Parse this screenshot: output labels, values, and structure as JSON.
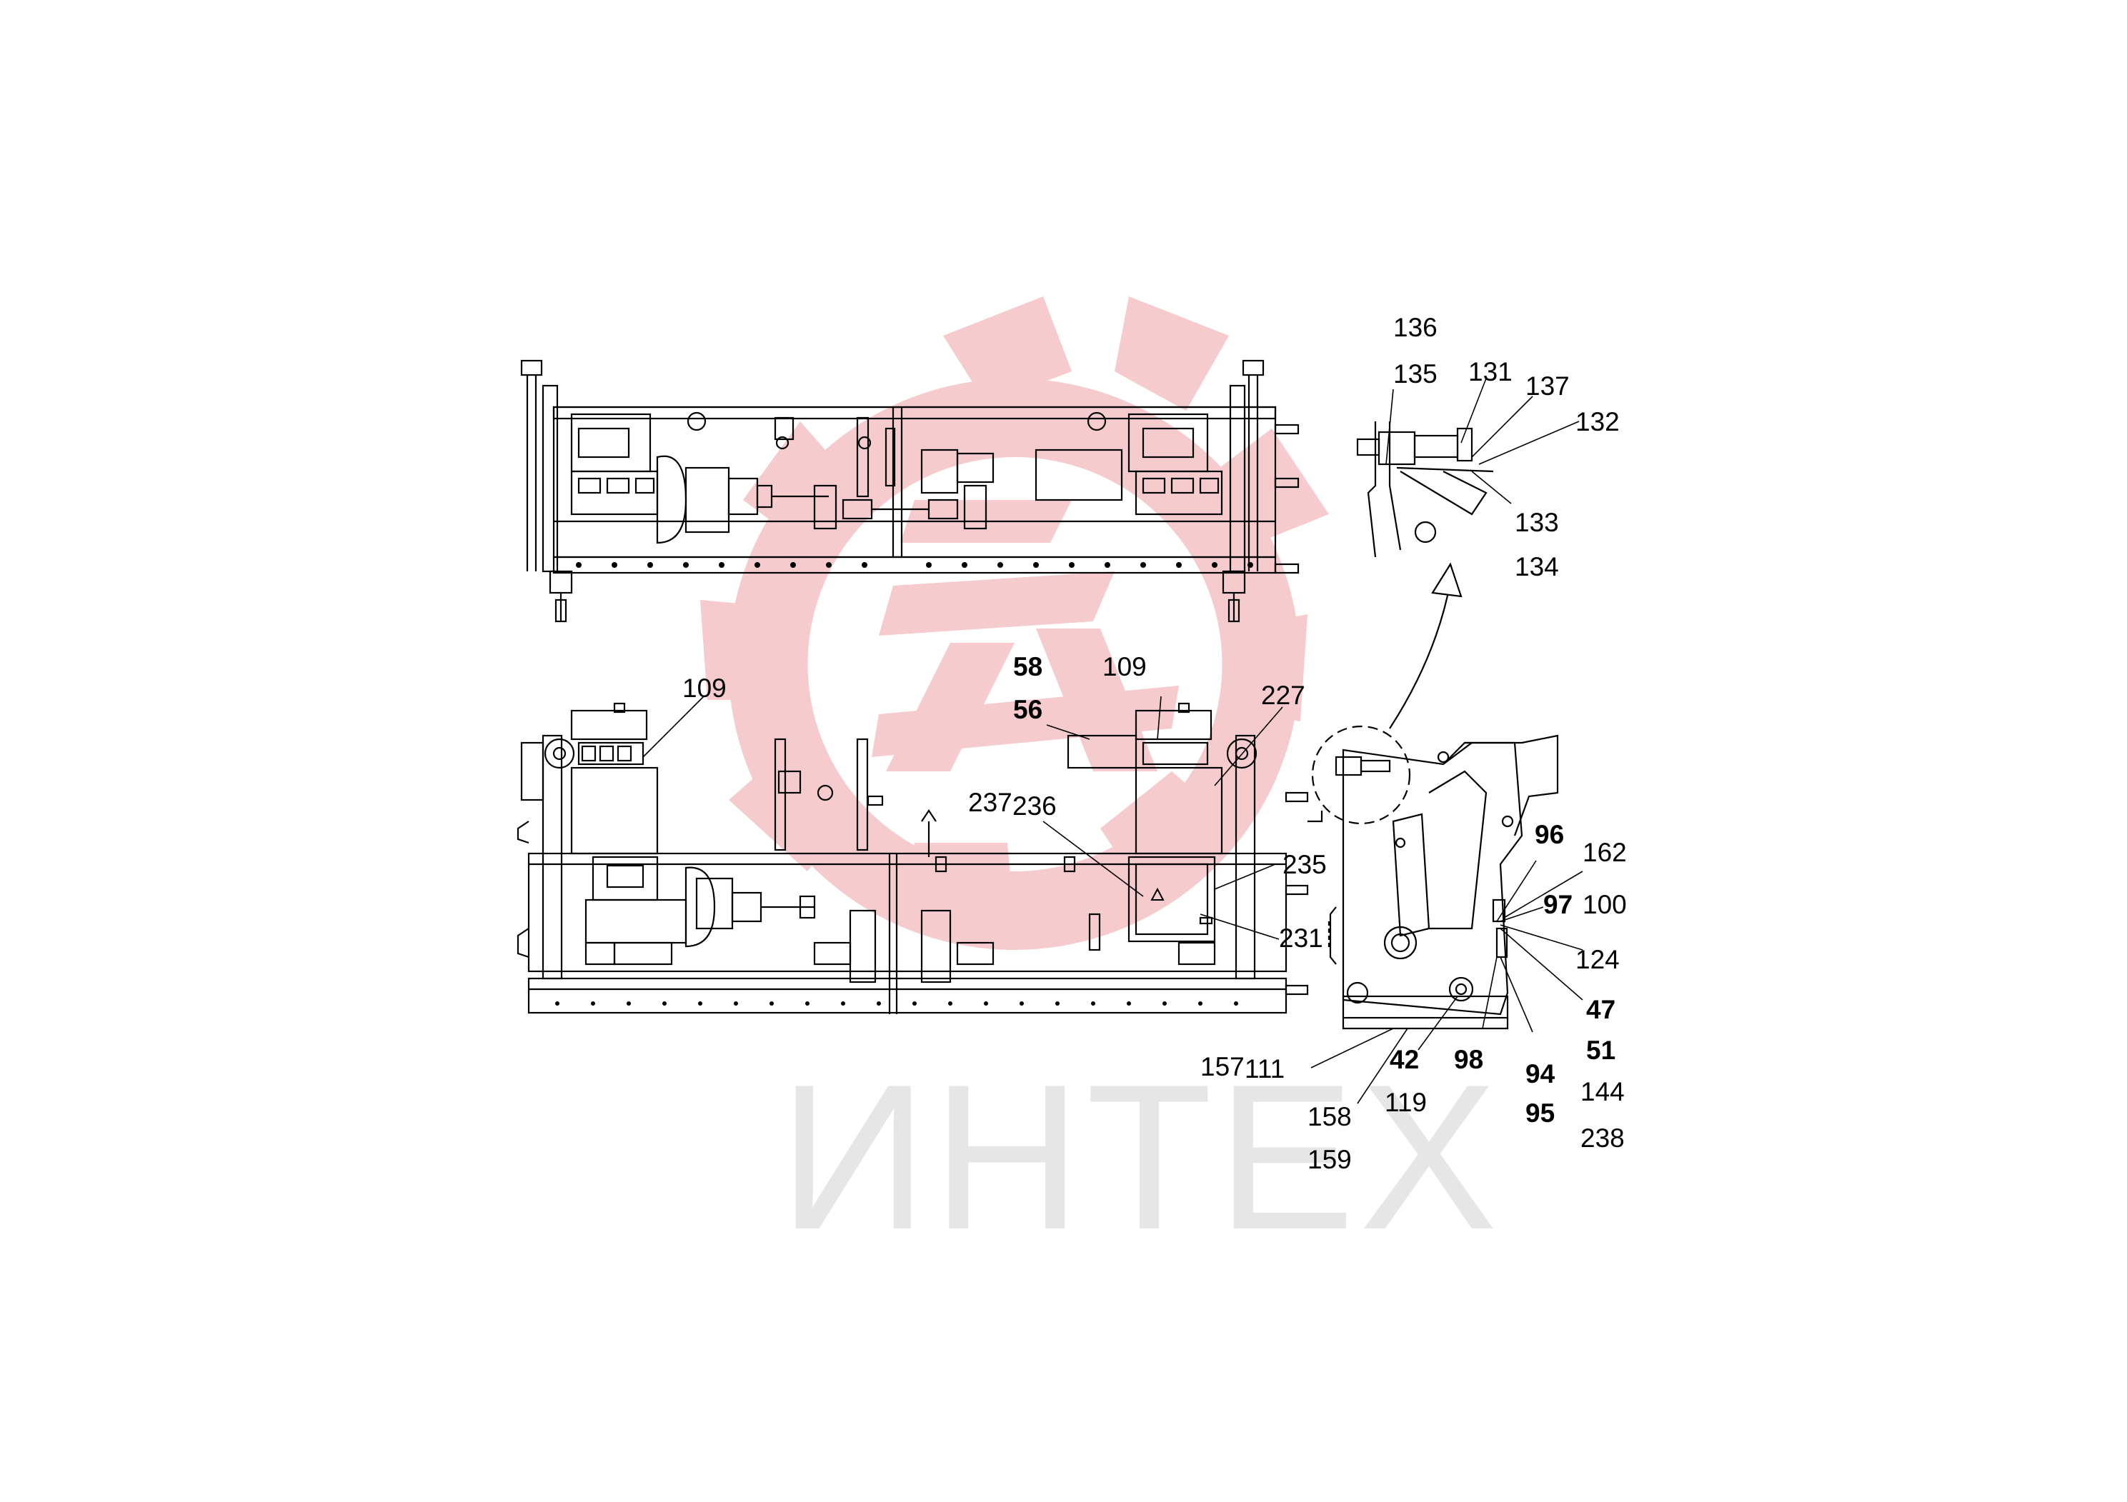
{
  "watermark": {
    "text": "ИНТЕХ",
    "logo": "gear-logo",
    "logo_color": "#f4c2c6",
    "text_color": "#e6e6e6"
  },
  "callouts": {
    "c136": "136",
    "c135": "135",
    "c131": "131",
    "c137": "137",
    "c132": "132",
    "c133": "133",
    "c134": "134",
    "c109a": "109",
    "c58": "58",
    "c56": "56",
    "c109b": "109",
    "c227": "227",
    "c237": "237",
    "c236": "236",
    "c235": "235",
    "c231": "231",
    "c96": "96",
    "c162": "162",
    "c97": "97",
    "c100": "100",
    "c124": "124",
    "c47": "47",
    "c51": "51",
    "c144": "144",
    "c238": "238",
    "c157": "157",
    "c111": "111",
    "c42": "42",
    "c98": "98",
    "c94": "94",
    "c95": "95",
    "c158": "158",
    "c119": "119",
    "c159": "159"
  },
  "colors": {
    "line": "#000000",
    "watermark": "#f4c2c6"
  }
}
